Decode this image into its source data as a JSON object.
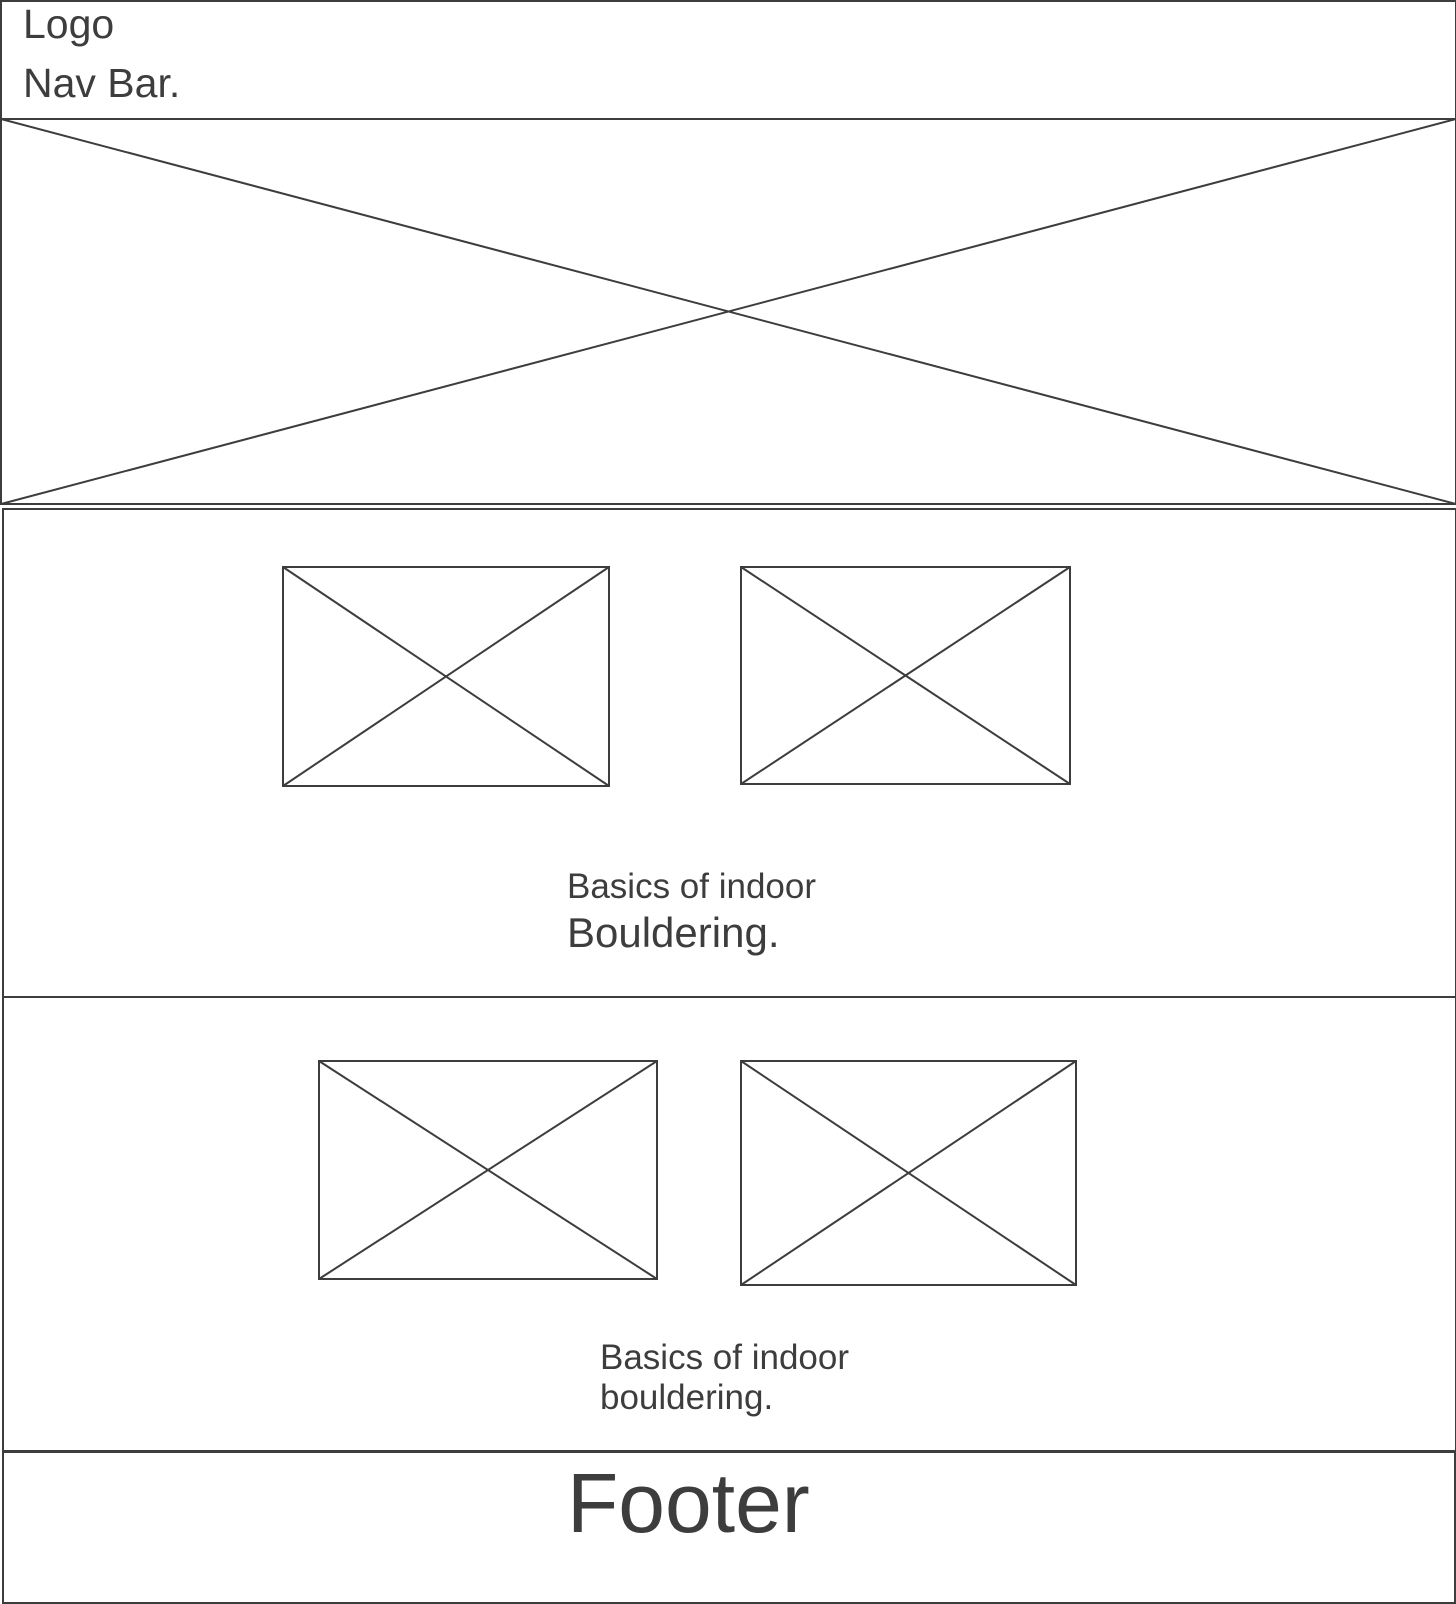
{
  "header": {
    "logo": "Logo",
    "nav": "Nav Bar."
  },
  "section1": {
    "caption_line1": "Basics of indoor",
    "caption_line2": "Bouldering."
  },
  "section2": {
    "caption_line1": "Basics of indoor",
    "caption_line2": "bouldering."
  },
  "footer": {
    "label": "Footer"
  },
  "colors": {
    "stroke": "#3d3d3d",
    "background": "#ffffff"
  }
}
